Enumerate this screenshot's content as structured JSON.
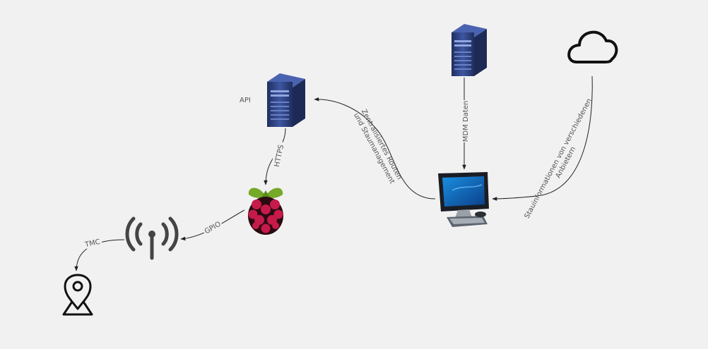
{
  "nodes": {
    "api_server": {
      "label": "API",
      "icon": "server-icon"
    },
    "mdm_server": {
      "icon": "server-icon"
    },
    "cloud": {
      "icon": "cloud-icon"
    },
    "raspberry_pi": {
      "icon": "raspberry-pi-icon"
    },
    "antenna": {
      "icon": "antenna-icon"
    },
    "location": {
      "icon": "location-pin-icon"
    },
    "computer": {
      "icon": "computer-monitor-icon"
    }
  },
  "edges": {
    "https": {
      "label": "HTTPS"
    },
    "gpio": {
      "label": "GPIO"
    },
    "tmc": {
      "label": "TMC"
    },
    "mdm": {
      "label": "MDM Daten"
    },
    "routing": {
      "line1": "Zentralisiertes Routen",
      "line2": "und Staumanagement"
    },
    "traffic": {
      "line1": "Stauinformationen von verschiedenen",
      "line2": "Anbietern"
    }
  },
  "colors": {
    "background": "#f1f1f1",
    "server": "#2b3f7a",
    "raspberry": "#c51a4a",
    "leaf": "#75a928",
    "icon_dark": "#444444"
  }
}
